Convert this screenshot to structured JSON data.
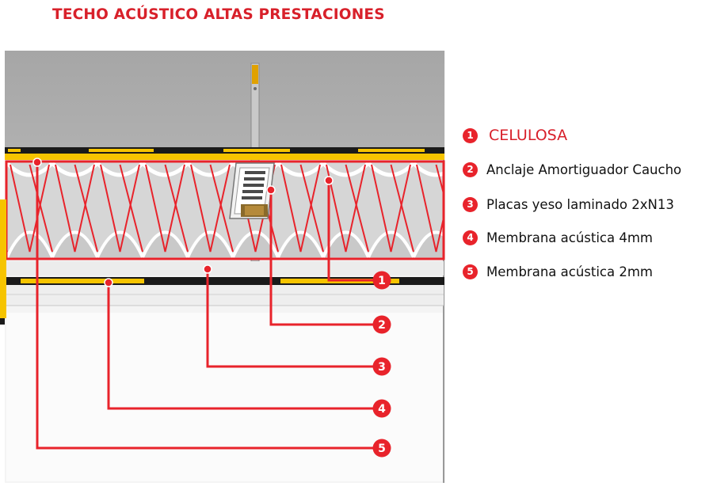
{
  "title": "TECHO ACÚSTICO ALTAS PRESTACIONES",
  "legend": [
    {
      "number": "1",
      "label": "CELULOSA"
    },
    {
      "number": "2",
      "label": "Anclaje Amortiguador Caucho"
    },
    {
      "number": "3",
      "label": "Placas yeso laminado 2xN13"
    },
    {
      "number": "4",
      "label": "Membrana acústica 4mm"
    },
    {
      "number": "5",
      "label": "Membrana acústica 2mm"
    }
  ],
  "callouts": [
    "1",
    "2",
    "3",
    "4",
    "5"
  ],
  "colors": {
    "accent_red": "#e8232b",
    "title_red": "#d8202a",
    "slab_gray": "#a9a9a9",
    "membrane_yellow": "#f6c400",
    "membrane_black": "#1a1a1a"
  }
}
